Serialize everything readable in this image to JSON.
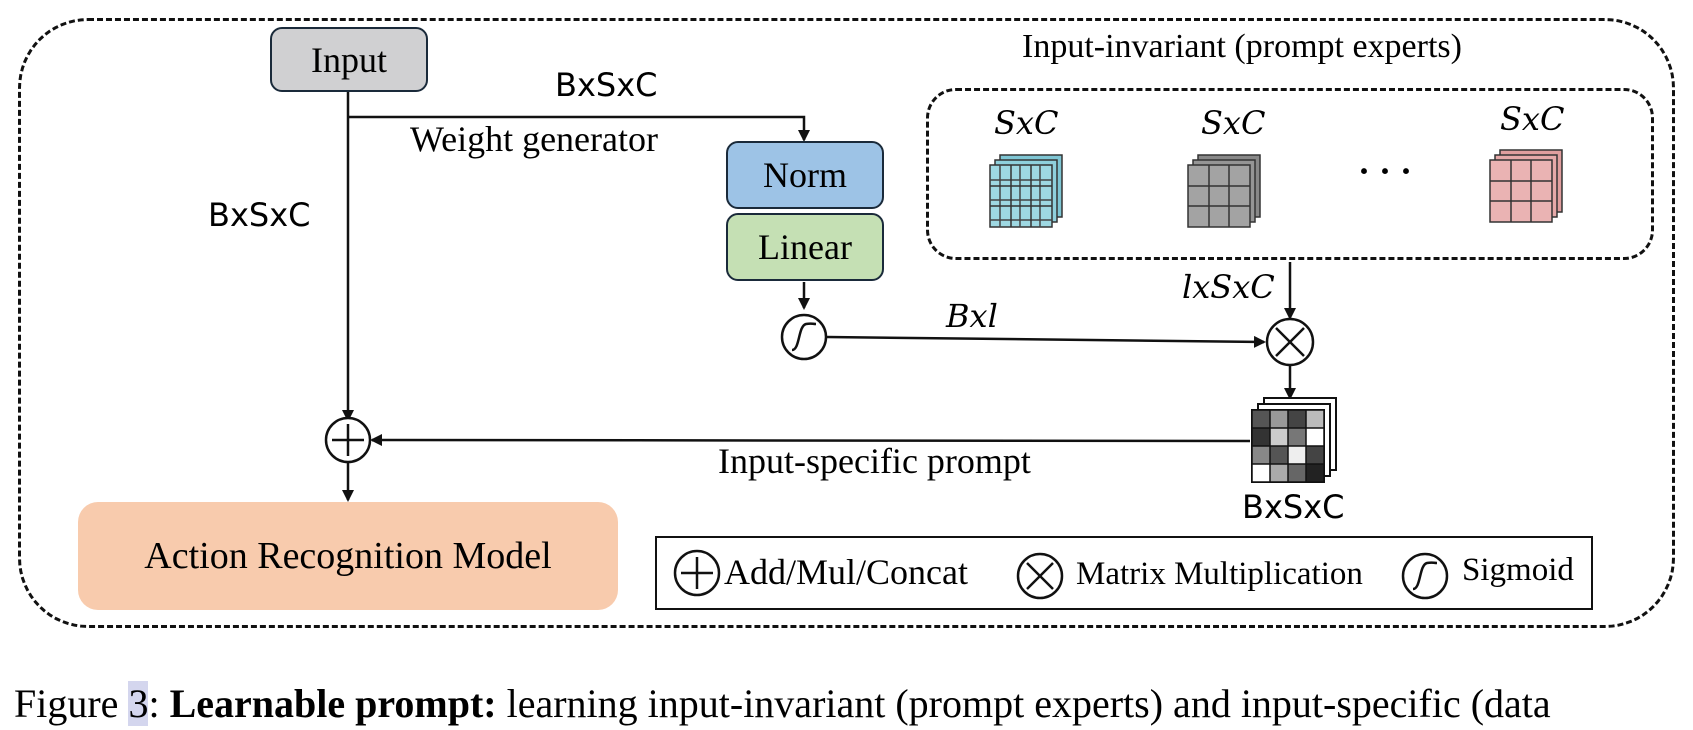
{
  "diagram": {
    "input_label": "Input",
    "norm_label": "Norm",
    "linear_label": "Linear",
    "action_model_label": "Action Recognition Model",
    "weight_generator_label": "Weight generator",
    "bxsxc_top": "BxSxC",
    "bxsxc_left": "BxSxC",
    "bxsxc_bottom": "BxSxC",
    "bxl": "Bxl",
    "lxsxc": "lxSxC",
    "input_specific_label": "Input-specific prompt",
    "experts_title": "Input-invariant (prompt experts)",
    "expert_labels": [
      "SxC",
      "SxC",
      "SxC"
    ],
    "ellipsis": "· · ·",
    "expert_colors": [
      "#9ed8e2",
      "#9a9a9a",
      "#eab3b3"
    ]
  },
  "legend": {
    "add_label": "Add/Mul/Concat",
    "matmul_label": "Matrix Multiplication",
    "sigmoid_label": "Sigmoid"
  },
  "caption": {
    "prefix": "Figure ",
    "number": "3",
    "colon": ": ",
    "bold": "Learnable prompt:",
    "rest": " learning input-invariant (prompt experts) and input-specific (data"
  },
  "colors": {
    "input_fill": "#d0d0d2",
    "norm_fill": "#9dc3e6",
    "linear_fill": "#c5e0b4",
    "action_fill": "#f8cbad"
  }
}
